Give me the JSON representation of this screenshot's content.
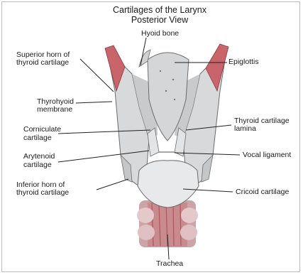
{
  "diagram": {
    "title_line1": "Cartilages of the Larynx",
    "title_line2": "Posterior View",
    "labels": {
      "hyoid_bone": "Hyoid bone",
      "epiglottis": "Epiglottis",
      "superior_horn_1": "Superior horn of",
      "superior_horn_2": "thyroid cartilage",
      "thyrohyoid_1": "Thyrohyoid",
      "thyrohyoid_2": "membrane",
      "thyroid_lamina_1": "Thyroid cartilage",
      "thyroid_lamina_2": "lamina",
      "corniculate_1": "Corniculate",
      "corniculate_2": "cartilage",
      "arytenoid_1": "Arytenoid",
      "arytenoid_2": "cartilage",
      "vocal_ligament": "Vocal ligament",
      "inferior_horn_1": "Inferior horn of",
      "inferior_horn_2": "thyroid cartilage",
      "cricoid": "Cricoid cartilage",
      "trachea": "Trachea"
    },
    "colors": {
      "cartilage": "#d9dbdd",
      "membrane": "#bfc1c3",
      "horn": "#c9646b",
      "trachea": "#c98a8e",
      "leader": "#222222"
    }
  }
}
